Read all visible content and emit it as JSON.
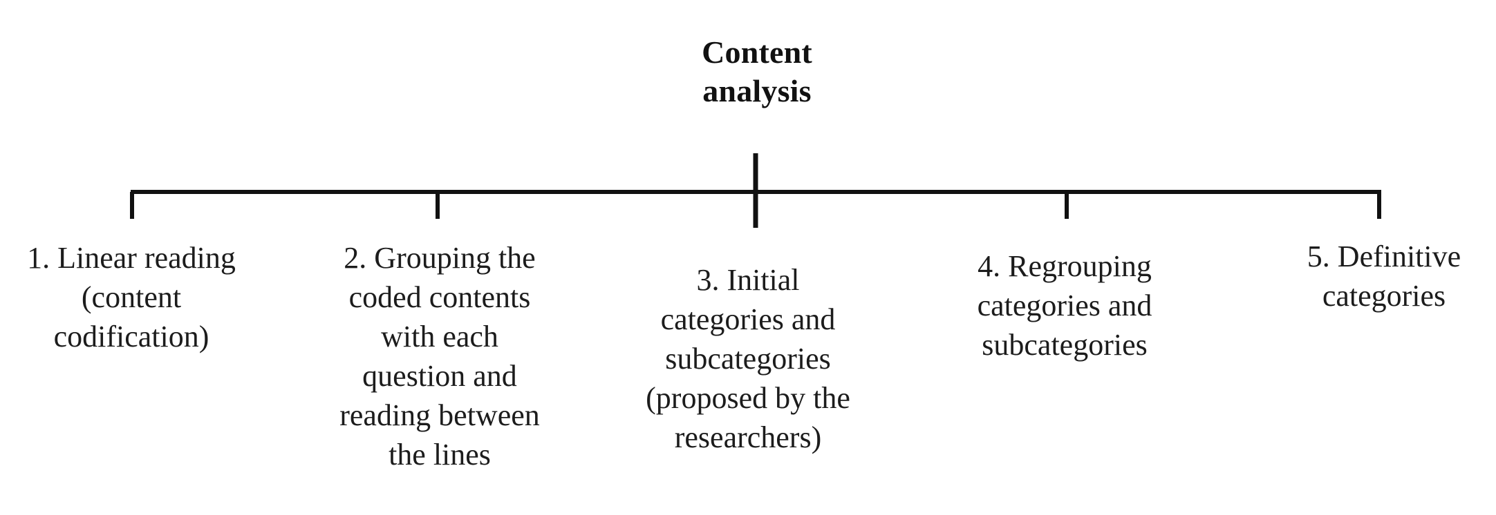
{
  "diagram": {
    "type": "tree",
    "orientation": "top-down",
    "root": {
      "label": "Content\nanalysis",
      "bold": true
    },
    "branches": [
      {
        "index": "1",
        "label": "1. Linear reading\n(content\ncodification)"
      },
      {
        "index": "2",
        "label": "2. Grouping the\ncoded contents\nwith each\nquestion and\nreading between\nthe lines"
      },
      {
        "index": "3",
        "label": "3. Initial\ncategories and\nsubcategories\n(proposed by the\nresearchers)"
      },
      {
        "index": "4",
        "label": "4. Regrouping\ncategories and\nsubcategories"
      },
      {
        "index": "5",
        "label": "5. Definitive\ncategories"
      }
    ],
    "colors": {
      "background": "#ffffff",
      "text": "#1a1a1a",
      "line": "#111111"
    }
  }
}
